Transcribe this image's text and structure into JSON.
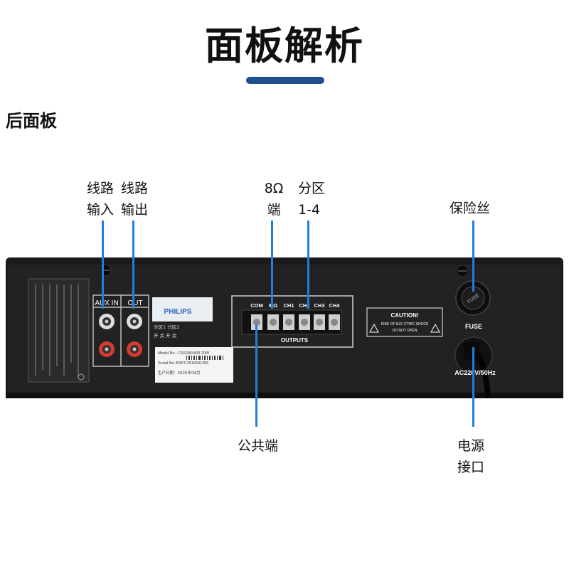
{
  "page": {
    "title": "面板解析",
    "section": "后面板"
  },
  "callouts": {
    "line_in": [
      "线路",
      "输入"
    ],
    "line_out": [
      "线路",
      "输出"
    ],
    "eight_ohm": [
      "8Ω",
      "端"
    ],
    "zones": [
      "分区",
      "1-4"
    ],
    "fuse": "保险丝",
    "common": "公共端",
    "power": [
      "电源",
      "接口"
    ]
  },
  "device": {
    "aux_in": "AUX IN",
    "out": "OUT",
    "brand": "PHILIPS",
    "terminals": [
      "COM",
      "8 Ω",
      "CH1",
      "CH2",
      "CH3",
      "CH4"
    ],
    "outputs": "OUTPUTS",
    "caution_title": "CAUTION!",
    "caution_l1": "RISK OF ELE CTRIC SHOCK",
    "caution_l2": "DO NOT OPEN",
    "fuse_cap": "FUSE",
    "fuse_label": "FUSE",
    "power_label": "AC220V/50Hz",
    "model": "Model No.: CSS1800/93 20W",
    "serial": "Serial No.:BSPC2519001355",
    "date": "生产日期：2025年04月",
    "zone_row1": "分区1  分区2",
    "zone_row2": "开 关 开 关"
  },
  "colors": {
    "accent": "#1e7fe0",
    "title_bar": "#1f4f8f",
    "panel": "#1a1a1a"
  }
}
